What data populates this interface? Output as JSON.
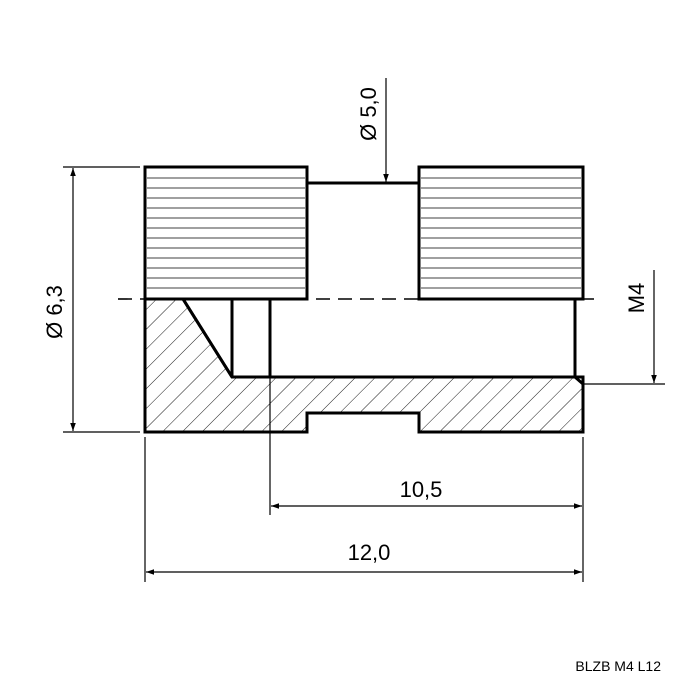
{
  "diagram": {
    "part_code": "BLZB M4 L12",
    "dimensions": {
      "outer_diameter": "Ø 6,3",
      "collar_diameter": "Ø 5,0",
      "thread": "M4",
      "thread_length": "10,5",
      "overall_length": "12,0"
    },
    "colors": {
      "line": "#000000",
      "background": "#ffffff"
    }
  }
}
